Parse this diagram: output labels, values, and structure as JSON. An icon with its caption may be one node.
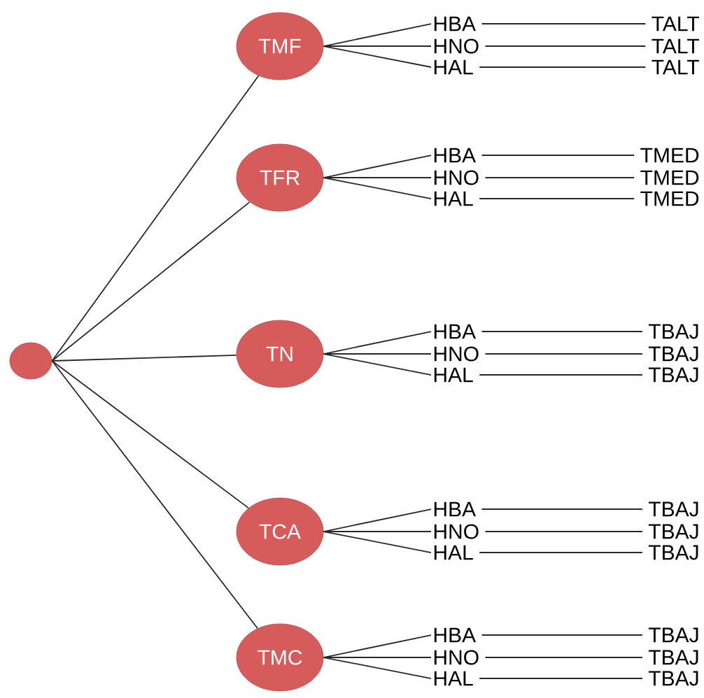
{
  "diagram": {
    "nodes": [
      {
        "text": [],
        "shape": "circle"
      },
      {
        "text": [
          "TMF"
        ]
      },
      {
        "text": [
          "HBA"
        ]
      },
      {
        "text": [
          "HNO"
        ]
      },
      {
        "text": [
          "HAL"
        ]
      },
      {
        "text": [
          "TALT"
        ]
      },
      {
        "text": [
          "TALT"
        ]
      },
      {
        "text": [
          "TALT"
        ]
      },
      {
        "text": [
          "TFR"
        ]
      },
      {
        "text": [
          "HBA"
        ]
      },
      {
        "text": [
          "HNO"
        ]
      },
      {
        "text": [
          "HAL"
        ]
      },
      {
        "text": [
          "TMED"
        ]
      },
      {
        "text": [
          "TMED"
        ]
      },
      {
        "text": [
          "TMED"
        ]
      },
      {
        "text": [
          "TN"
        ]
      },
      {
        "text": [
          "HBA"
        ]
      },
      {
        "text": [
          "HNO"
        ]
      },
      {
        "text": [
          "HAL"
        ]
      },
      {
        "text": [
          "TBAJ"
        ]
      },
      {
        "text": [
          "TBAJ"
        ]
      },
      {
        "text": [
          "TBAJ"
        ]
      },
      {
        "text": [
          "TCA"
        ]
      },
      {
        "text": [
          "HBA"
        ]
      },
      {
        "text": [
          "HNO"
        ]
      },
      {
        "text": [
          "HAL"
        ]
      },
      {
        "text": [
          "TBAJ"
        ]
      },
      {
        "text": [
          "TBAJ"
        ]
      },
      {
        "text": [
          "TBAJ"
        ]
      },
      {
        "text": [
          "TMC"
        ]
      },
      {
        "text": [
          "HBA"
        ]
      },
      {
        "text": [
          "HNO"
        ]
      },
      {
        "text": [
          "HAL"
        ]
      },
      {
        "text": [
          "TBAJ"
        ]
      },
      {
        "text": [
          "TBAJ"
        ]
      },
      {
        "text": [
          "TBAJ"
        ]
      }
    ],
    "edges": [
      {
        "from": 0,
        "to": 1,
        "arrow": "none"
      },
      {
        "from": 0,
        "to": 8,
        "arrow": "none"
      },
      {
        "from": 0,
        "to": 15,
        "arrow": "none"
      },
      {
        "from": 0,
        "to": 22,
        "arrow": "none"
      },
      {
        "from": 0,
        "to": 29,
        "arrow": "none"
      },
      {
        "from": 1,
        "to": 2,
        "arrow": "none"
      },
      {
        "from": 1,
        "to": 3,
        "arrow": "none"
      },
      {
        "from": 1,
        "to": 4,
        "arrow": "none"
      },
      {
        "from": 2,
        "to": 5,
        "arrow": "none"
      },
      {
        "from": 3,
        "to": 6,
        "arrow": "none"
      },
      {
        "from": 4,
        "to": 7,
        "arrow": "none"
      },
      {
        "from": 8,
        "to": 9,
        "arrow": "none"
      },
      {
        "from": 8,
        "to": 10,
        "arrow": "none"
      },
      {
        "from": 8,
        "to": 11,
        "arrow": "none"
      },
      {
        "from": 9,
        "to": 12,
        "arrow": "none"
      },
      {
        "from": 10,
        "to": 13,
        "arrow": "none"
      },
      {
        "from": 11,
        "to": 14,
        "arrow": "none"
      },
      {
        "from": 15,
        "to": 16,
        "arrow": "none"
      },
      {
        "from": 15,
        "to": 17,
        "arrow": "none"
      },
      {
        "from": 15,
        "to": 18,
        "arrow": "none"
      },
      {
        "from": 16,
        "to": 19,
        "arrow": "none"
      },
      {
        "from": 17,
        "to": 20,
        "arrow": "none"
      },
      {
        "from": 18,
        "to": 21,
        "arrow": "none"
      },
      {
        "from": 22,
        "to": 23,
        "arrow": "none"
      },
      {
        "from": 22,
        "to": 24,
        "arrow": "none"
      },
      {
        "from": 22,
        "to": 25,
        "arrow": "none"
      },
      {
        "from": 23,
        "to": 26,
        "arrow": "none"
      },
      {
        "from": 24,
        "to": 27,
        "arrow": "none"
      },
      {
        "from": 25,
        "to": 28,
        "arrow": "none"
      },
      {
        "from": 29,
        "to": 30,
        "arrow": "none"
      },
      {
        "from": 29,
        "to": 31,
        "arrow": "none"
      },
      {
        "from": 29,
        "to": 32,
        "arrow": "none"
      },
      {
        "from": 30,
        "to": 33,
        "arrow": "none"
      },
      {
        "from": 31,
        "to": 34,
        "arrow": "none"
      },
      {
        "from": 32,
        "to": 35,
        "arrow": "none"
      }
    ]
  }
}
